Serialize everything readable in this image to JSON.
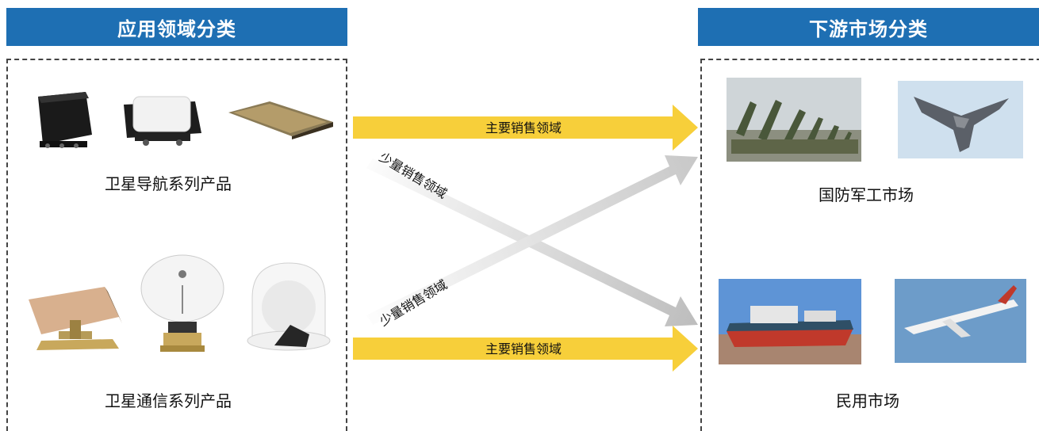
{
  "left_header": "应用领域分类",
  "right_header": "下游市场分类",
  "left_groups": [
    {
      "label": "卫星导航系列产品"
    },
    {
      "label": "卫星通信系列产品"
    }
  ],
  "right_groups": [
    {
      "label": "国防军工市场"
    },
    {
      "label": "民用市场"
    }
  ],
  "arrows": {
    "main_top": "主要销售领域",
    "main_bottom": "主要销售领域",
    "minor_down": "少量销售领域",
    "minor_up": "少量销售领域"
  },
  "colors": {
    "header_bg": "#1e6fb3",
    "main_arrow": "#f7cf3a",
    "minor_arrow": "#c9c9c9"
  }
}
